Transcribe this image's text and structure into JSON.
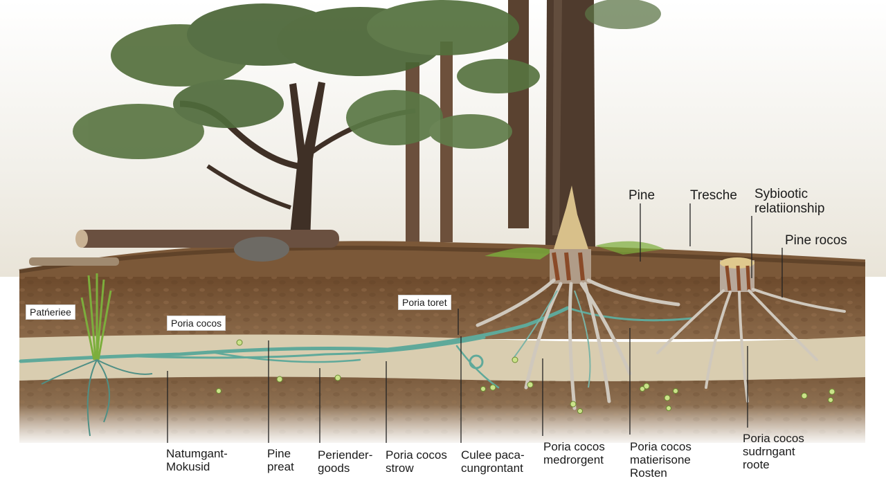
{
  "labels": {
    "pine": "Pine",
    "tresche": "Tresche",
    "symbiotic": "Sybiootic\nrelatiionship",
    "pine_rocos": "Pine rocos",
    "patmeriee": "Patńeriee",
    "poria_cocos_box": "Poria cocos",
    "poria_toret": "Poria toret",
    "natumgant": "Natumgant-\nMokusid",
    "pine_preat": "Pine\npreat",
    "periender": "Periender-\ngoods",
    "poria_strow": "Poria cocos\nstrow",
    "culee": "Culee paca-\ncungrontant",
    "medrorgent": "Poria cocos\nmedrorgent",
    "matierisone": "Poria cocos\nmatierisone\nRosten",
    "sudrngant": "Poria cocos\nsudrngant\nroote"
  },
  "colors": {
    "sky": "#f3f1ec",
    "soil_top": "#7a5636",
    "soil_band": "#d9cdb0",
    "soil_deep": "#8a6a4a",
    "mycelium": "#5fa99a",
    "roots": "#cfc8bd",
    "bark": "#5a4535",
    "foliage": "#4f6a3a",
    "grass": "#7cae3c"
  },
  "icons": [
    "pine-tree-icon",
    "stump-icon",
    "log-icon",
    "rock-icon",
    "seedling-icon",
    "sclerotium-icon"
  ]
}
